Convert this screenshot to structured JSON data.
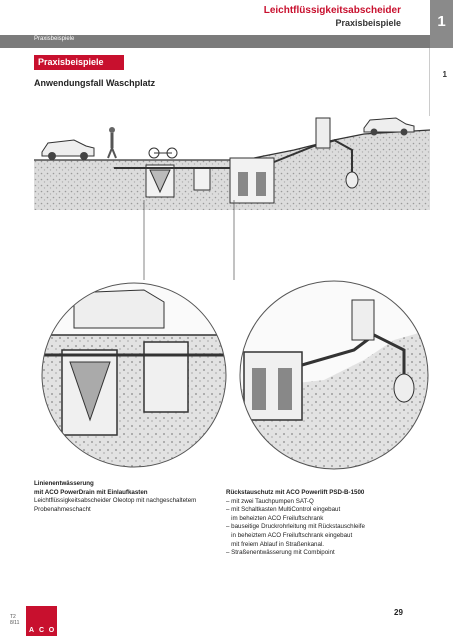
{
  "header": {
    "breadcrumb": "Praxisbeispiele",
    "title": "Leichtflüssigkeitsabscheider",
    "subtitle": "Praxisbeispiele",
    "chapter": "1",
    "side_number": "1"
  },
  "section": {
    "badge": "Praxisbeispiele",
    "heading": "Anwendungsfall Waschplatz"
  },
  "captions": {
    "left": {
      "title_line1": "Linienentwässerung",
      "title_line2": "mit ACO PowerDrain mit Einlaufkasten",
      "line1": "Leichtflüssigkeitsabscheider Oleotop mit nachgeschaltetem",
      "line2": "Probenahmeschacht"
    },
    "right": {
      "title": "Rückstauschutz mit ACO Powerlift PSD-B-1500",
      "items": [
        "– mit zwei Tauchpumpen SAT-Q",
        "– mit Schaltkasten MultiControl eingebaut",
        "   im beheizten ACO Freiluftschrank",
        "– bauseitige Druckrohrleitung mit Rückstauschleife",
        "   in beheiztem ACO Freiluftschrank eingebaut",
        "   mit freiem Ablauf in Straßenkanal.",
        "– Straßenentwässerung mit Combipoint"
      ]
    }
  },
  "footer": {
    "page_number": "29",
    "code_line1": "T2",
    "code_line2": "8/11",
    "logo_letters": [
      "A",
      "C",
      "O"
    ]
  },
  "colors": {
    "accent": "#c8102e",
    "header_grey": "#7b7b7b"
  }
}
